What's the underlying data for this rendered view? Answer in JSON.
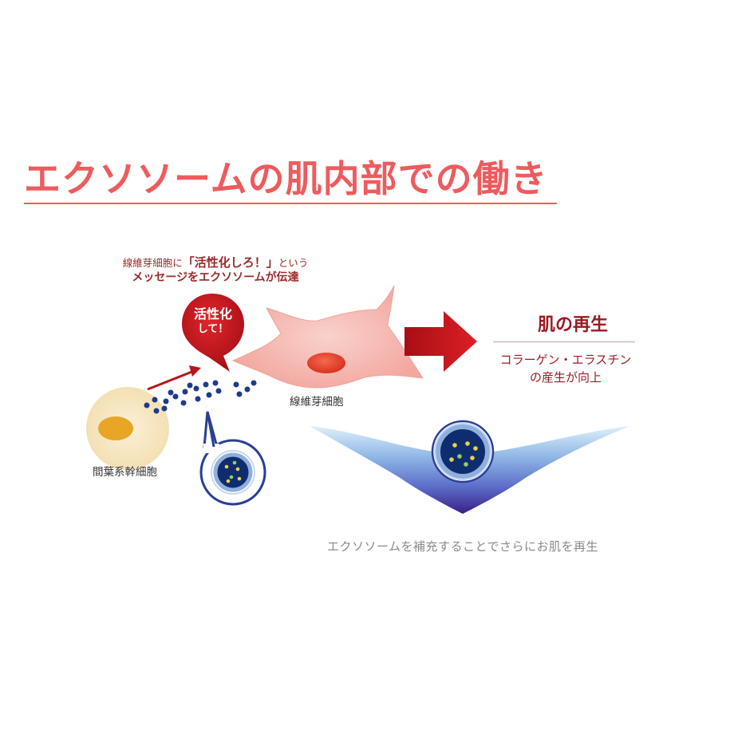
{
  "title": "エクソソームの肌内部での働き",
  "caption": {
    "line1_pre": "線維芽細胞に",
    "line1_big": "「活性化しろ！」",
    "line1_post": "という",
    "line2": "メッセージをエクソソームが伝達"
  },
  "pin": {
    "line1": "活性化",
    "line2": "して！"
  },
  "labels": {
    "fibroblast": "線維芽細胞",
    "stem_cell": "間葉系幹細胞"
  },
  "result": {
    "title": "肌の再生",
    "line1": "コラーゲン・エラスチン",
    "line2": "の産生が向上"
  },
  "bottom_caption": "エクソソームを補充することでさらにお肌を再生",
  "colors": {
    "accent_title": "#ee5b5e",
    "dark_red": "#9a1b22",
    "pin_red": "#c8141c",
    "fibroblast_pink": "#f4b8b2",
    "nucleus_red": "#e8402e",
    "stem_cell_fill": "#f7e6c3",
    "stem_nucleus": "#e9a526",
    "vesicle_blue": "#1f3a8a",
    "arrow_red": "#c4141c"
  },
  "icons": {
    "pin": "location-pin-icon",
    "big_arrow": "right-arrow-icon",
    "small_arrow": "diagonal-arrow-icon",
    "down_arrow": "down-arrow-icon",
    "exosome": "exosome-icon"
  }
}
